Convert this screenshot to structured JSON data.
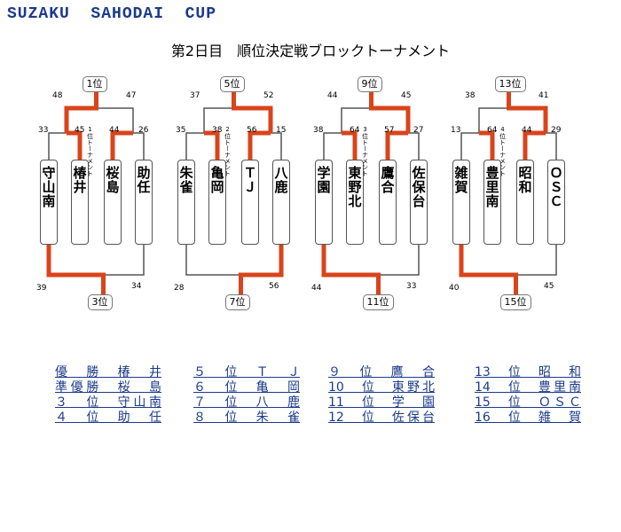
{
  "header": {
    "title": "SUZAKU  SAHODAI  CUP",
    "subtitle": "第2日目　順位決定戦ブロックトーナメント"
  },
  "blocks": [
    {
      "top_rank": "1位",
      "bottom_rank": "3位",
      "label": "1位トーナメント",
      "teams": [
        "守山南",
        "椿井",
        "桜島",
        "助任"
      ],
      "scores": {
        "left_top": "48",
        "right_top": "47",
        "t1": "33",
        "t2": "45",
        "t3": "44",
        "t4": "26",
        "left_bottom": "39",
        "right_bottom": "34"
      }
    },
    {
      "top_rank": "5位",
      "bottom_rank": "7位",
      "label": "2位トーナメント",
      "teams": [
        "朱雀",
        "亀岡",
        "ＴＪ",
        "八鹿"
      ],
      "scores": {
        "left_top": "37",
        "right_top": "52",
        "t1": "35",
        "t2": "38",
        "t3": "56",
        "t4": "15",
        "left_bottom": "28",
        "right_bottom": "56"
      }
    },
    {
      "top_rank": "9位",
      "bottom_rank": "11位",
      "label": "3位トーナメント",
      "teams": [
        "学園",
        "東野北",
        "鷹合",
        "佐保台"
      ],
      "scores": {
        "left_top": "44",
        "right_top": "45",
        "t1": "38",
        "t2": "64",
        "t3": "57",
        "t4": "27",
        "left_bottom": "44",
        "right_bottom": "33"
      }
    },
    {
      "top_rank": "13位",
      "bottom_rank": "15位",
      "label": "4位トーナメント",
      "teams": [
        "雑賀",
        "豊里南",
        "昭和",
        "ＯＳＣ"
      ],
      "scores": {
        "left_top": "38",
        "right_top": "41",
        "t1": "13",
        "t2": "64",
        "t3": "44",
        "t4": "29",
        "left_bottom": "40",
        "right_bottom": "45"
      }
    }
  ],
  "results": [
    [
      "優　勝　椿　井",
      "準優勝　桜　島",
      "３　位　守山南",
      "４　位　助　任"
    ],
    [
      "５　位　Ｔ　Ｊ",
      "６　位　亀　岡",
      "７　位　八　鹿",
      "８　位　朱　雀"
    ],
    [
      "９　位　鷹　合",
      "10　位　東野北",
      "11　位　学　園",
      "12　位　佐保台"
    ],
    [
      "13　位　昭　和",
      "14　位　豊里南",
      "15　位　ＯＳＣ",
      "16　位　雑　賀"
    ]
  ],
  "colors": {
    "title": "#1b3a8a",
    "winner_line": "#d9441b",
    "line": "#555555",
    "results": "#1b3a8a"
  }
}
